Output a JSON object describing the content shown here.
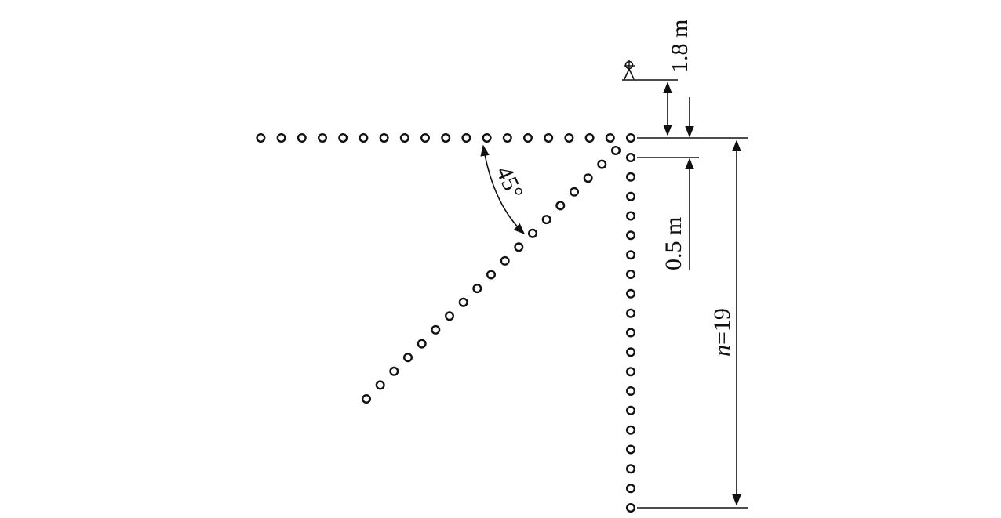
{
  "labels": {
    "angle": "45°",
    "top_distance": "1.8 m",
    "spacing": "0.5 m",
    "count_var": "n",
    "count_eq": "=19"
  },
  "arrays": {
    "horizontal_count": 19,
    "vertical_count": 19,
    "diagonal_count": 19,
    "diagonal_angle_deg": 45
  },
  "icons": {
    "source": "receiver-tripod-icon"
  },
  "colors": {
    "ink": "#111111",
    "background": "#ffffff"
  }
}
